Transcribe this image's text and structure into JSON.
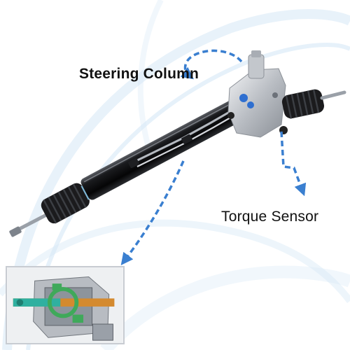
{
  "labels": {
    "steering_column": "Steering Column",
    "torque_sensor": "Torque Sensor"
  },
  "colors": {
    "arrow": "#3a7fd0",
    "rack_body": "#0d0d0f",
    "boot": "#1a1a1a",
    "housing": "#c9ccd0",
    "swoosh": "#cfe4f5"
  },
  "icons": {
    "arrow": "dashed-curved-arrow",
    "inset": "cutaway-torque-sensor"
  }
}
